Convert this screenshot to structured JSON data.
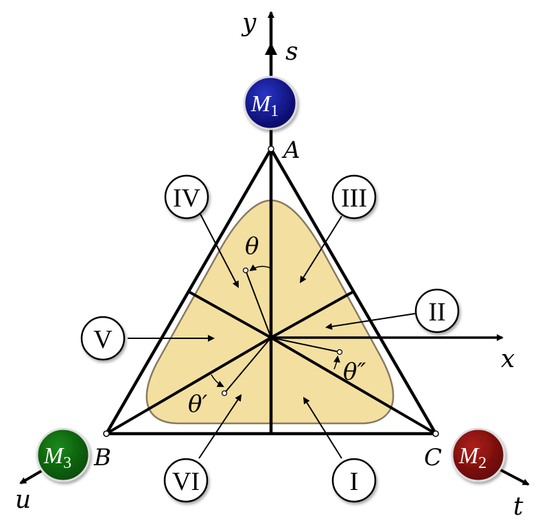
{
  "axes": {
    "y": "y",
    "s": "s",
    "x": "x",
    "u": "u",
    "t": "t"
  },
  "vertices": {
    "A": "A",
    "B": "B",
    "C": "C"
  },
  "masses": [
    {
      "name": "M",
      "sub": "1",
      "color": "#0a0a8c"
    },
    {
      "name": "M",
      "sub": "2",
      "color": "#8a0a0a"
    },
    {
      "name": "M",
      "sub": "3",
      "color": "#0a6a0a"
    }
  ],
  "regions": [
    "I",
    "II",
    "III",
    "IV",
    "V",
    "VI"
  ],
  "angles": {
    "theta": "θ",
    "theta_prime": "θ′",
    "theta_double_prime": "θ″"
  },
  "colors": {
    "region_fill": "#f3e0a0",
    "region_stroke": "#8a7a60"
  }
}
